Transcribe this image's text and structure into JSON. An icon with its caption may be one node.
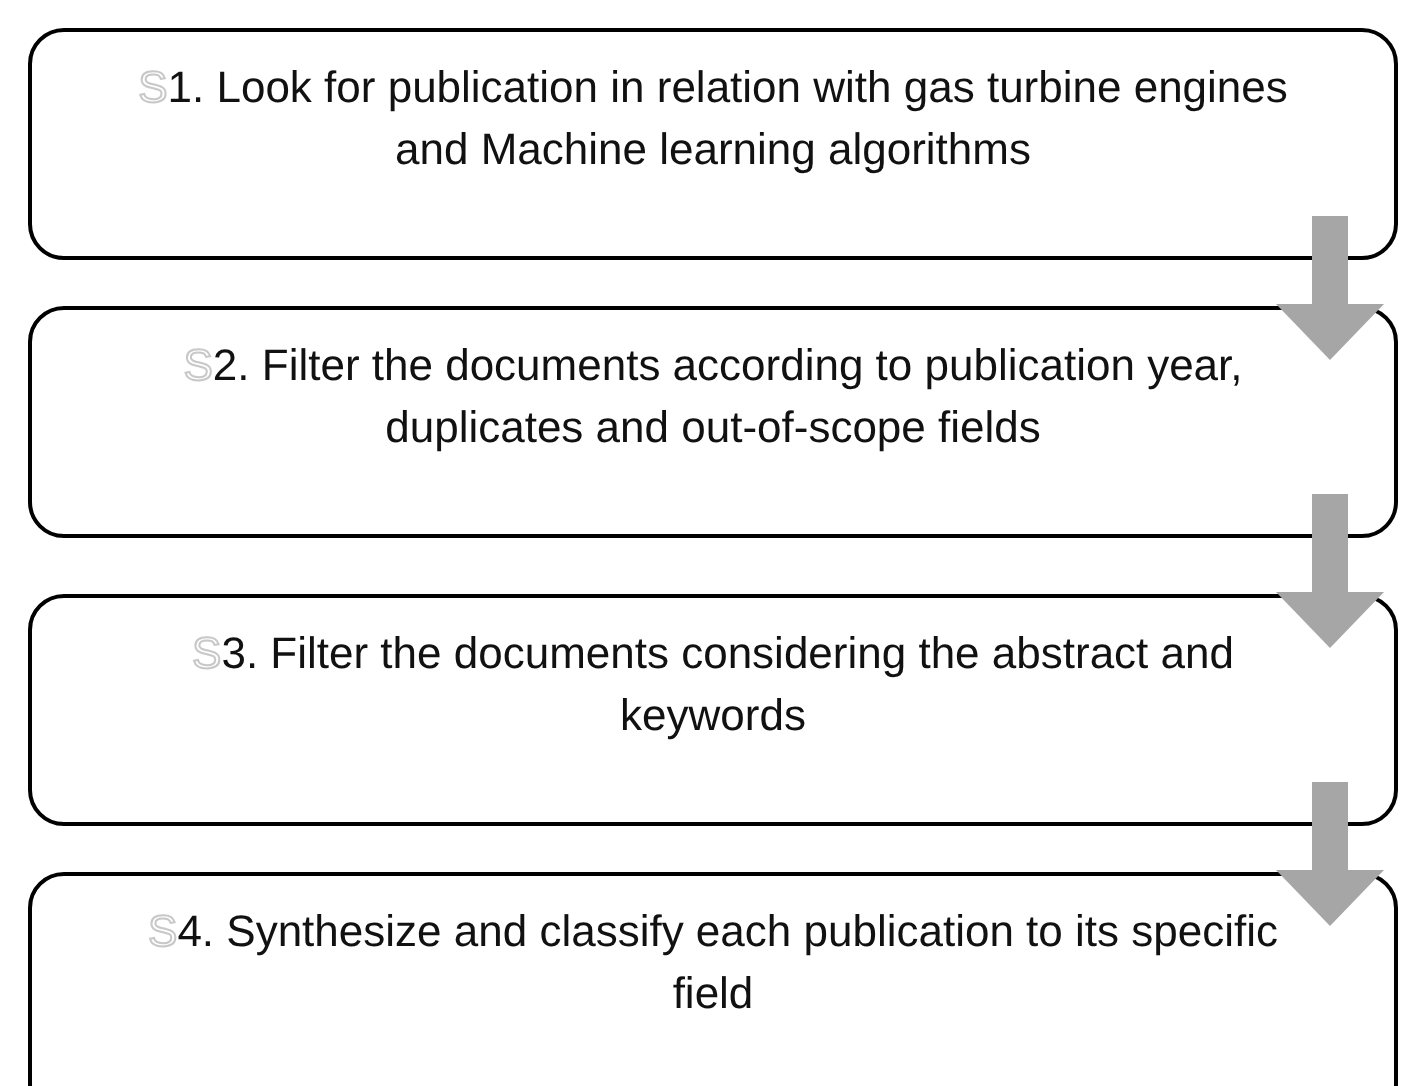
{
  "diagram": {
    "nodes": [
      {
        "text": [
          "S1. Look for publication in relation with gas turbine engines and Machine learning algorithms"
        ]
      },
      {
        "text": [
          "S2. Filter the documents according to publication year, duplicates and out-of-scope fields"
        ]
      },
      {
        "text": [
          "S3. Filter the documents considering the abstract and keywords"
        ]
      },
      {
        "text": [
          "S4. Synthesize and classify each publication to its specific field"
        ]
      }
    ],
    "edges": [
      {
        "from": 0,
        "to": 1,
        "arrow": "to"
      },
      {
        "from": 1,
        "to": 2,
        "arrow": "to"
      },
      {
        "from": 2,
        "to": 3,
        "arrow": "to"
      }
    ]
  }
}
